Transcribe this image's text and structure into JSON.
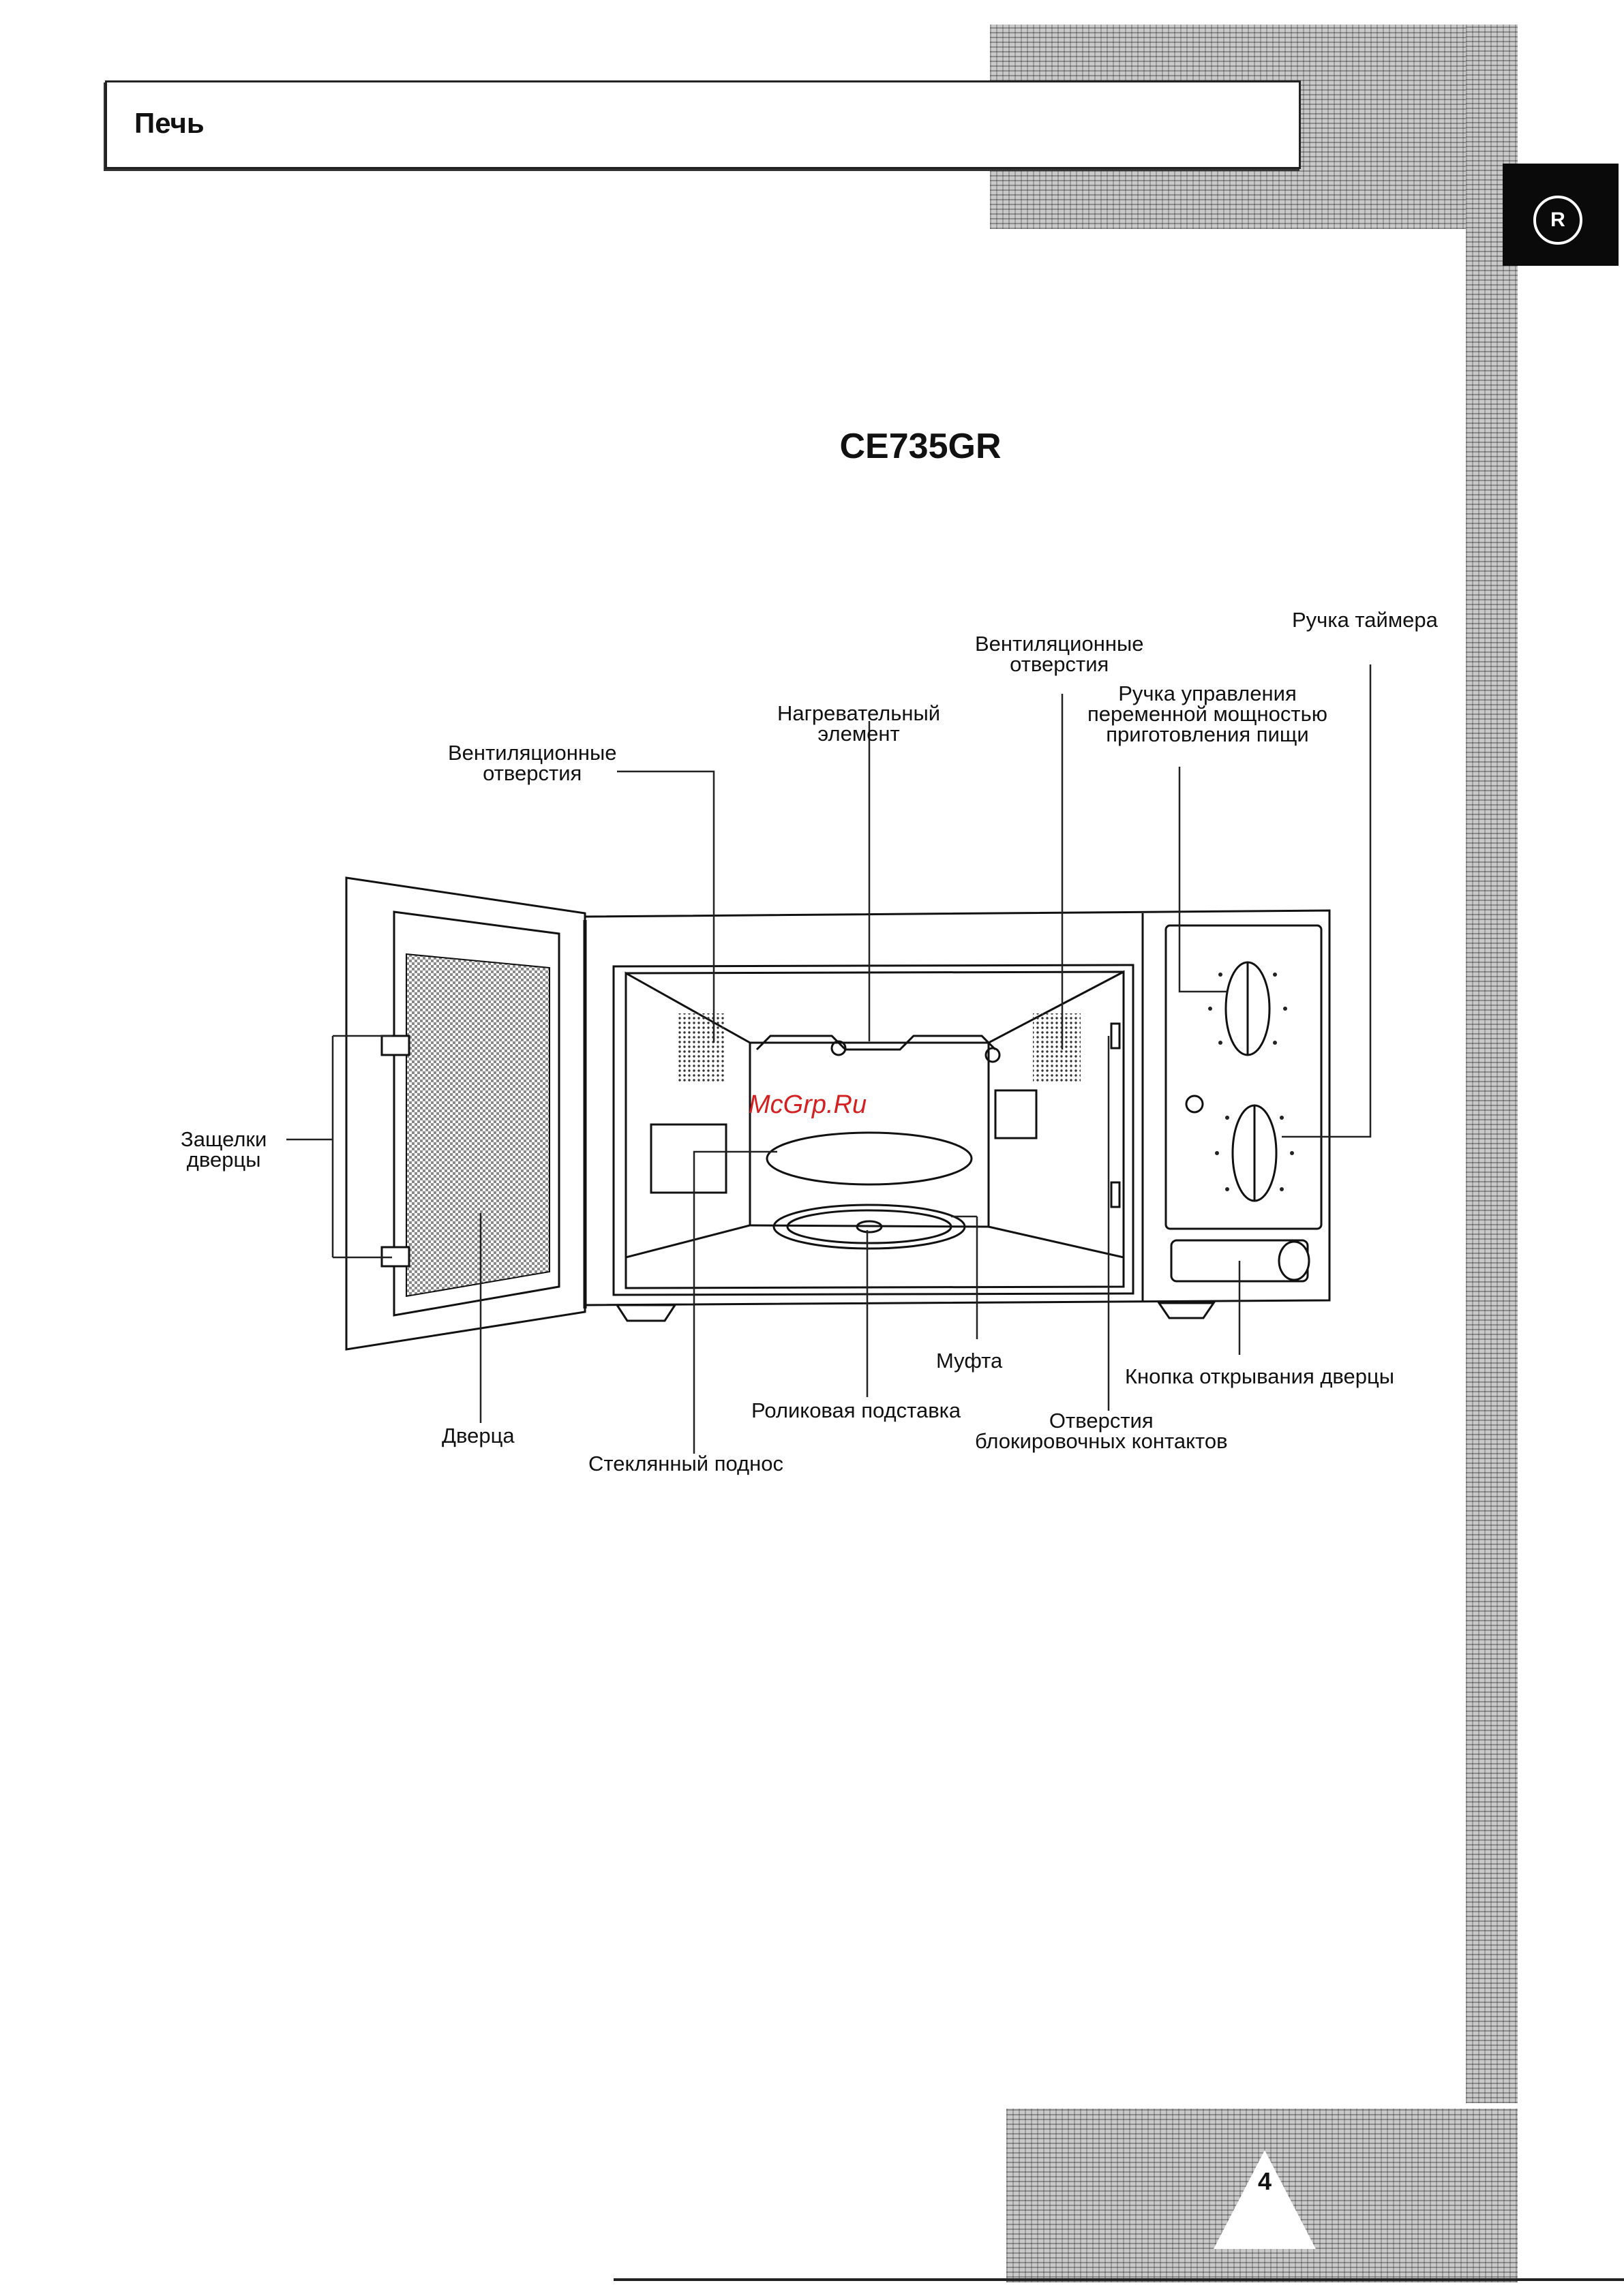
{
  "header": {
    "title": "Печь"
  },
  "tab": {
    "label": "R"
  },
  "model": "CE735GR",
  "labels": {
    "timer_knob": "Ручка таймера",
    "vent_top_right": [
      "Вентиляционные",
      "отверстия"
    ],
    "power_knob": [
      "Ручка управления",
      "переменной мощностью",
      "приготовления пищи"
    ],
    "heating_element": [
      "Нагревательный",
      "элемент"
    ],
    "vent_left": [
      "Вентиляционные",
      "отверстия"
    ],
    "door_latches": [
      "Защелки",
      "дверцы"
    ],
    "door": "Дверца",
    "glass_tray": "Стеклянный поднос",
    "roller_ring": "Роликовая подставка",
    "coupler": "Муфта",
    "interlock_holes": [
      "Отверстия",
      "блокировочных контактов"
    ],
    "door_release": "Кнопка открывания дверцы"
  },
  "watermark": "McGrp.Ru",
  "page_number": "4"
}
